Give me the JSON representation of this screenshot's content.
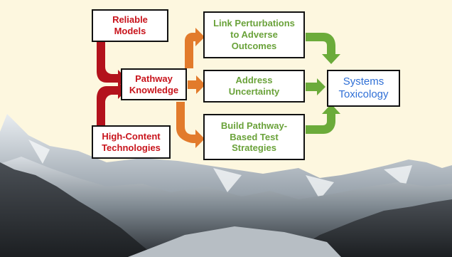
{
  "colors": {
    "background": "#fdf7df",
    "red_text": "#c8141c",
    "green_text": "#6aa23a",
    "blue_text": "#2f6fd6",
    "red_arrow": "#b3121c",
    "orange_arrow": "#e27b2c",
    "green_arrow": "#6bab3a"
  },
  "diagram": {
    "inputs": [
      {
        "label": "Reliable\nModels"
      },
      {
        "label": "High-Content\nTechnologies"
      }
    ],
    "hub": {
      "label": "Pathway\nKnowledge"
    },
    "steps": [
      {
        "label": "Link Perturbations\nto Adverse\nOutcomes"
      },
      {
        "label": "Address\nUncertainty"
      },
      {
        "label": "Build Pathway-\nBased Test\nStrategies"
      }
    ],
    "goal": {
      "label": "Systems\nToxicology"
    }
  },
  "background_image": {
    "subject": "snow-covered mountain range",
    "icon": "mountain-photo"
  }
}
